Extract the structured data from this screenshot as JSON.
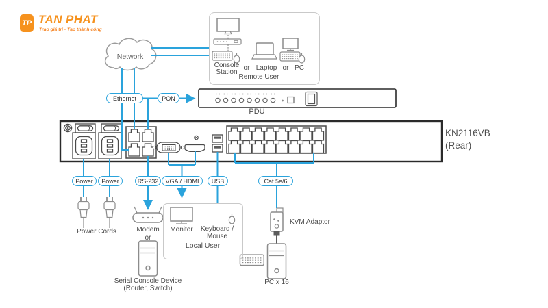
{
  "logo": {
    "badge": "TP",
    "title": "TAN PHAT",
    "tagline": "Trao giá trị - Tạo thành công",
    "color": "#F6921E"
  },
  "network_label": "Network",
  "remote_user": {
    "console_1": "Console",
    "console_2": "Station",
    "or_1": "or",
    "laptop": "Laptop",
    "or_2": "or",
    "pc": "PC",
    "caption": "Remote User"
  },
  "pdu_label": "PDU",
  "device": {
    "model": "KN2116VB",
    "view": "(Rear)"
  },
  "connection_labels": {
    "ethernet": "Ethernet",
    "pon": "PON",
    "power_1": "Power",
    "power_2": "Power",
    "rs232": "RS-232",
    "vga_hdmi": "VGA / HDMI",
    "usb": "USB",
    "cat56": "Cat 5e/6"
  },
  "local_user": {
    "monitor": "Monitor",
    "keyboard": "Keyboard /",
    "mouse": "Mouse",
    "caption": "Local User"
  },
  "endpoints": {
    "power_cords": "Power Cords",
    "modem": "Modem",
    "modem_or": "or",
    "serial_1": "Serial Console Device",
    "serial_2": "(Router, Switch)",
    "kvm_adaptor": "KVM Adaptor",
    "pc_16": "PC x 16"
  },
  "colors": {
    "connection_blue": "#2AA3DC",
    "logo_orange": "#F6921E",
    "device_outline": "#2A2A2A",
    "icon_gray": "#8C8C8C",
    "text_gray": "#4A4A4A"
  }
}
